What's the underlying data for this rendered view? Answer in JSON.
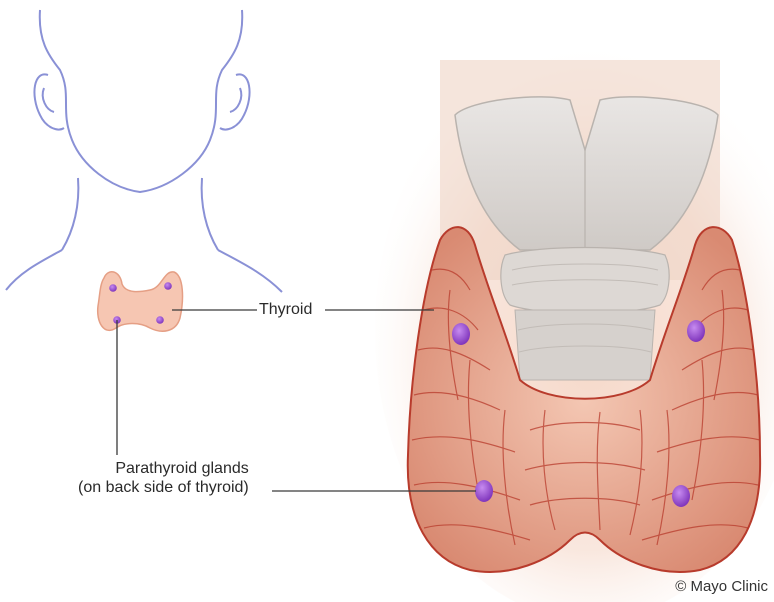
{
  "labels": {
    "thyroid": "Thyroid",
    "parathyroid_line1": "Parathyroid glands",
    "parathyroid_line2": "(on back side of thyroid)"
  },
  "credit": "© Mayo Clinic",
  "colors": {
    "outline": "#8a91d6",
    "small_thyroid_fill": "#f6c6b2",
    "small_thyroid_stroke": "#e59f85",
    "thyroid_tissue": "#e7a58f",
    "thyroid_lines": "#b83b2c",
    "parathyroid": "#8a3fc9",
    "cartilage": "#e4e1df",
    "leader_line": "#3a3a3a"
  }
}
